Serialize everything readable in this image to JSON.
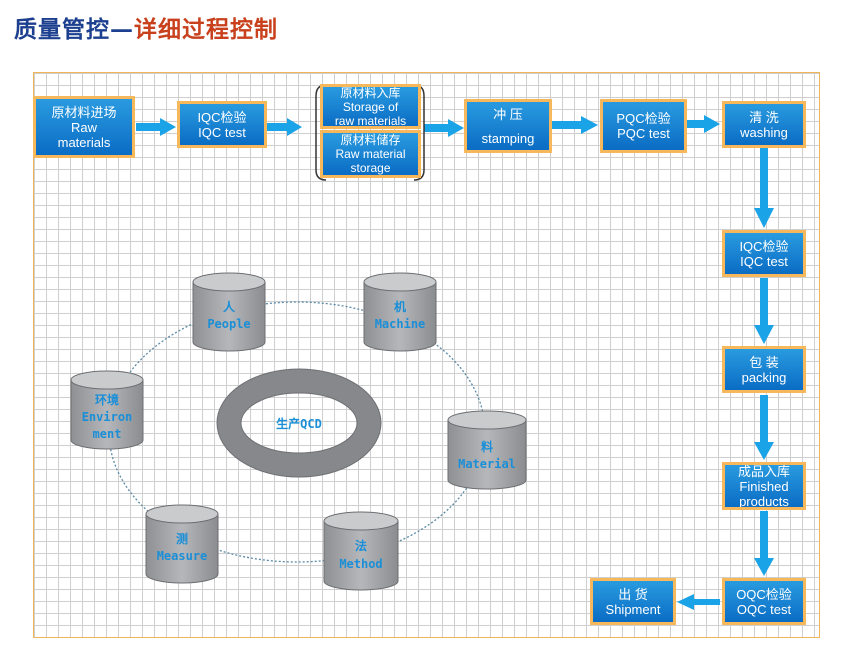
{
  "title": {
    "part1": "质量管控—",
    "part2": "详细过程控制"
  },
  "colors": {
    "box_fill": "#0a6cc4",
    "box_border": "#f6b85a",
    "arrow": "#1aa3e6",
    "cylinder": "#a6a8ab",
    "label_blue": "#1a8fd8"
  },
  "process": {
    "raw": {
      "cn": "原材料进场",
      "en1": "Raw",
      "en2": "materials"
    },
    "iqc1": {
      "cn": "IQC检验",
      "en": "IQC test"
    },
    "storage_in": {
      "cn": "原材料入库",
      "en1": "Storage of",
      "en2": "raw materials"
    },
    "storage": {
      "cn": "原材料储存",
      "en1": "Raw material",
      "en2": "storage"
    },
    "stamping": {
      "cn": "冲 压",
      "en": "stamping"
    },
    "pqc": {
      "cn": "PQC检验",
      "en": "PQC test"
    },
    "washing": {
      "cn": "清 洗",
      "en": "washing"
    },
    "iqc2": {
      "cn": "IQC检验",
      "en": "IQC test"
    },
    "packing": {
      "cn": "包 装",
      "en": "packing"
    },
    "finished": {
      "cn": "成品入库",
      "en1": "Finished",
      "en2": "products"
    },
    "oqc": {
      "cn": "OQC检验",
      "en": "OQC test"
    },
    "shipment": {
      "cn": "出 货",
      "en": "Shipment"
    }
  },
  "factors": {
    "center": "生产QCD",
    "people": {
      "cn": "人",
      "en": "People"
    },
    "machine": {
      "cn": "机",
      "en": "Machine"
    },
    "environment": {
      "cn": "环境",
      "en1": "Environ",
      "en2": "ment"
    },
    "material": {
      "cn": "料",
      "en": "Material"
    },
    "measure": {
      "cn": "测",
      "en": "Measure"
    },
    "method": {
      "cn": "法",
      "en": "Method"
    }
  }
}
